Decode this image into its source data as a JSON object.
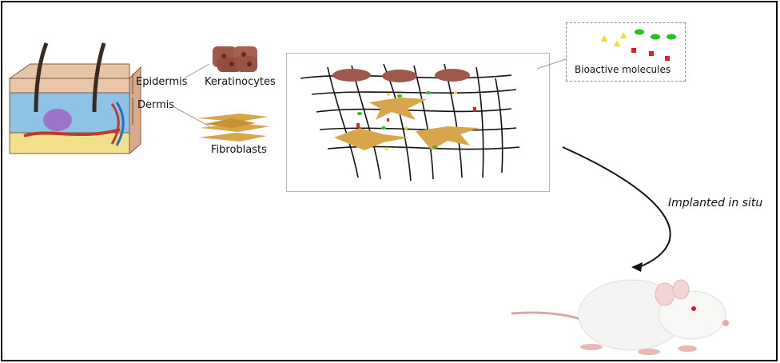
{
  "labels": {
    "epidermis": "Epidermis",
    "dermis": "Dermis",
    "keratinocytes": "Keratinocytes",
    "fibroblasts": "Fibroblasts",
    "bioactive": "Bioactive molecules",
    "implanted": "Implanted in situ"
  },
  "colors": {
    "keratinocyte": "#a0584a",
    "fibroblast": "#d9a54a",
    "green_dot": "#22c422",
    "red_square": "#e02020",
    "yellow_triangle": "#f2e11a",
    "mesh": "#111111"
  }
}
